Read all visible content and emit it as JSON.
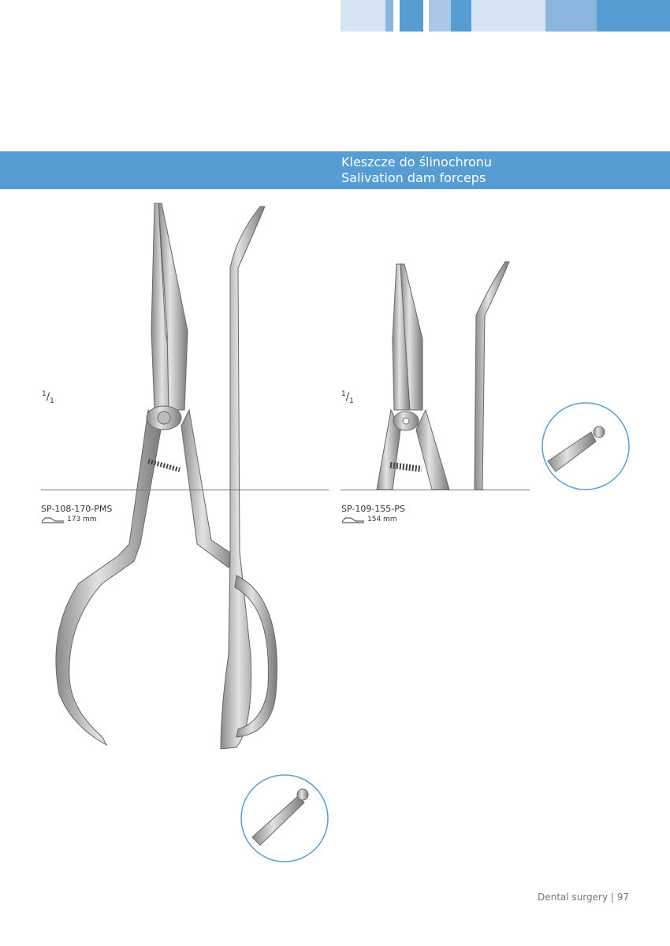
{
  "header": {
    "colors": {
      "light": "#d7e4f3",
      "mid": "#8ab5de",
      "midlight": "#a9c8e8",
      "blue": "#559dd3"
    },
    "title_pl": "Kleszcze do ślinochronu",
    "title_en": "Salivation dam forceps"
  },
  "products": [
    {
      "scale_num": "1",
      "scale_den": "1",
      "code": "SP-108-170-PMS",
      "length": "173 mm"
    },
    {
      "scale_num": "1",
      "scale_den": "1",
      "code": "SP-109-155-PS",
      "length": "154 mm"
    }
  ],
  "footer": {
    "text": "Dental surgery | 97"
  }
}
